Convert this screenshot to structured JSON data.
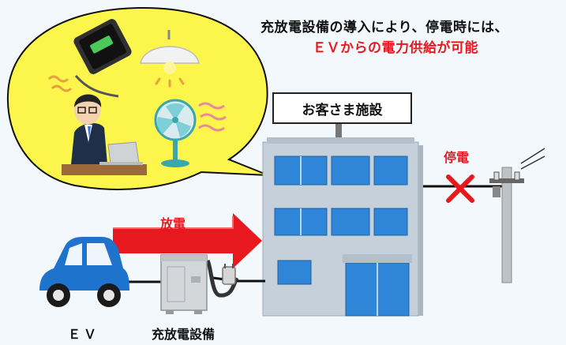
{
  "headline": {
    "line1": "充放電設備の導入により、停電時には、",
    "line2": "ＥＶからの電力供給が可能"
  },
  "facility_label": "お客さま施設",
  "outage_label": "停電",
  "discharge_label": "放電",
  "ev_label": "ＥＶ",
  "charger_label": "充放電設備",
  "colors": {
    "background": "#f3f8fc",
    "speech_bubble": "#fcf64c",
    "building": "#c6d0da",
    "window": "#2f86d8",
    "arrow": "#e8191e",
    "car": "#1e73cc",
    "accent_red": "#e8191e"
  }
}
